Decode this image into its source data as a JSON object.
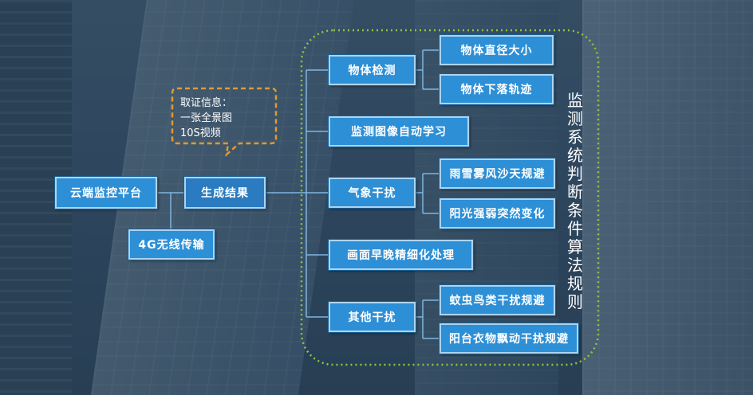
{
  "colors": {
    "box_fill": "#2d8fd6",
    "box_border": "#aad4f3",
    "line": "#7fb6e0",
    "callout_border": "#e39a2f",
    "group_border": "#8fc542"
  },
  "left": {
    "platform": "云端监控平台",
    "transmission": "4G无线传输",
    "result": "生成结果"
  },
  "callout": {
    "line1": "取证信息：",
    "line2": "一张全景图",
    "line3": "10S视频"
  },
  "branches": {
    "object_detection": {
      "label": "物体检测",
      "children": [
        "物体直径大小",
        "物体下落轨迹"
      ]
    },
    "auto_learning": {
      "label": "监测图像自动学习"
    },
    "weather": {
      "label": "气象干扰",
      "children": [
        "雨雪雾风沙天规避",
        "阳光强弱突然变化"
      ]
    },
    "day_night": {
      "label": "画面早晚精细化处理"
    },
    "other": {
      "label": "其他干扰",
      "children": [
        "蚊虫鸟类干扰规避",
        "阳台衣物飘动干扰规避"
      ]
    }
  },
  "group_title": [
    "监",
    "测",
    "系",
    "统",
    "判",
    "断",
    "条",
    "件",
    "算",
    "法",
    "规",
    "则"
  ]
}
